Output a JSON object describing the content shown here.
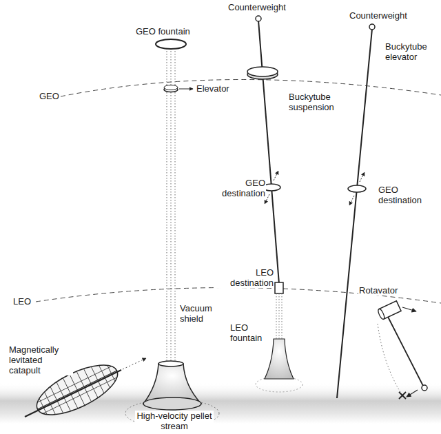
{
  "diagram": {
    "labels": [
      "Counterweight",
      "Counterweight",
      "GEO fountain",
      "Buckytube elevator",
      "GEO",
      "Elevator",
      "Buckytube suspension",
      "GEO destination",
      "GEO destination",
      "LEO destination",
      "LEO",
      "Rotavator",
      "Vacuum shield",
      "LEO fountain",
      "Magnetically levitated catapult",
      "High-velocity pellet stream"
    ]
  }
}
